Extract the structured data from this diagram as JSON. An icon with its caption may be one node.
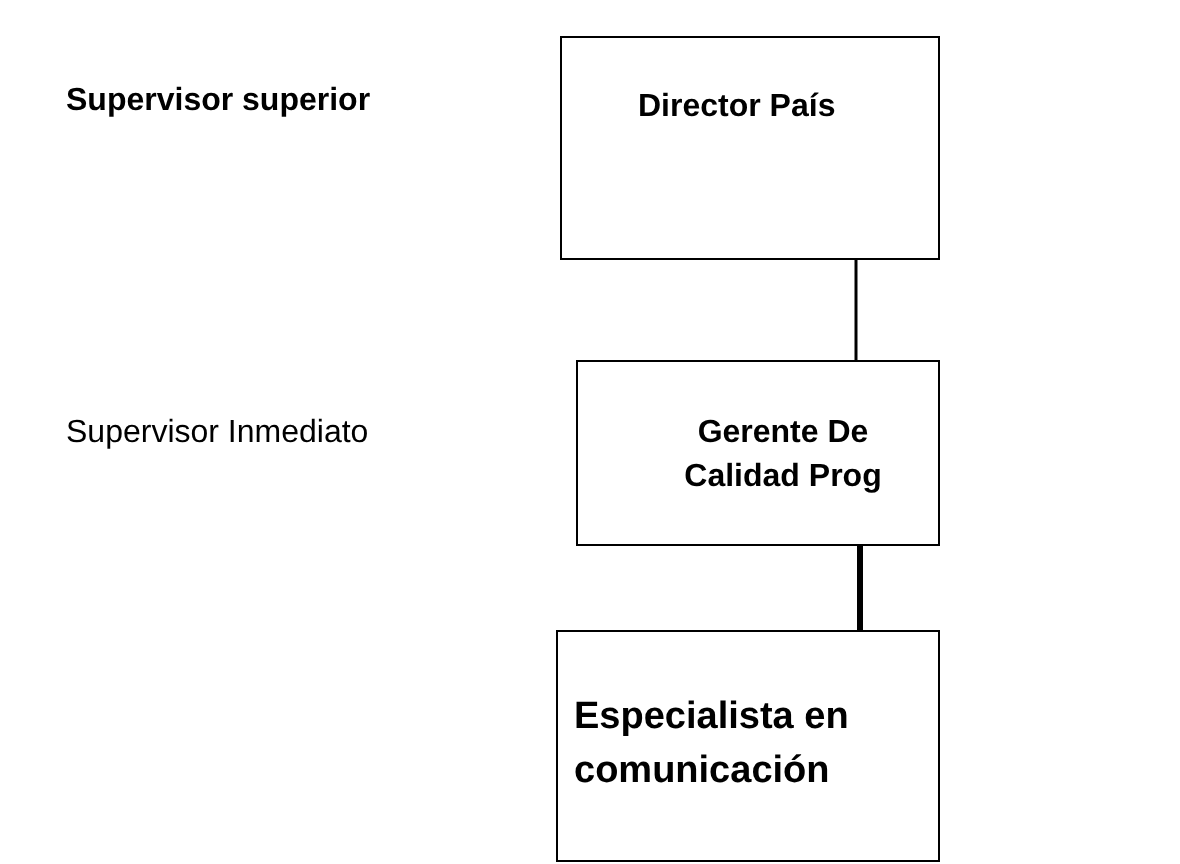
{
  "diagram": {
    "nodes": [
      {
        "text": [
          "Director País"
        ]
      },
      {
        "text": [
          "Gerente De Calidad Prog"
        ]
      },
      {
        "text": [
          "Especialista en comunicación"
        ]
      }
    ],
    "edges": [
      {
        "from": 0,
        "to": 1,
        "arrow": "none"
      },
      {
        "from": 1,
        "to": 2,
        "arrow": "none",
        "style": "thick"
      }
    ],
    "labels": [
      "Supervisor superior",
      "Supervisor Inmediato"
    ]
  }
}
